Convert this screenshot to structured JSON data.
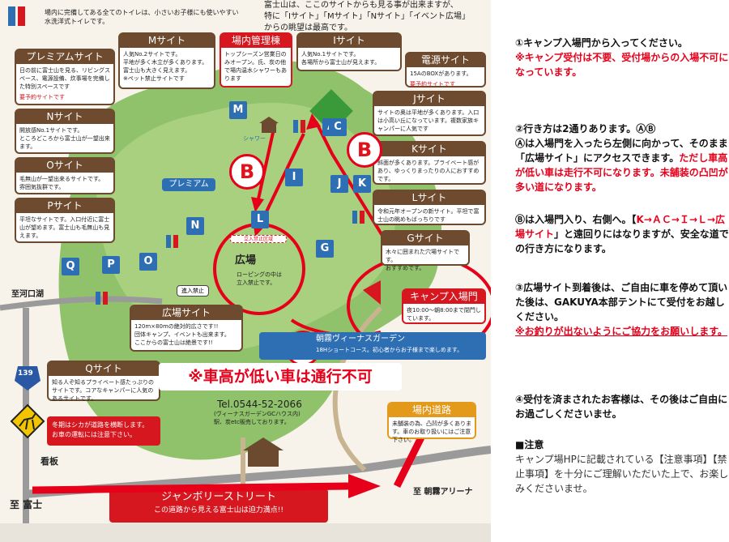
{
  "map": {
    "header": {
      "toilet_note_1": "場内に完備してある全てのトイレは、小さいお子様にも使いやすい",
      "toilet_note_2": "水洗洋式トイレです。",
      "intro_1": "富士山は、ここのサイトからも見る事が出来ますが、",
      "intro_2": "特に「Iサイト」「Mサイト」「Nサイト」「イベント広場」",
      "intro_3": "からの眺望は最高です。"
    },
    "boxes": {
      "premium": {
        "title": "プレミアムサイト",
        "body": "日の前に富士山を見る、リビングスペース、電源設備、炊事場を完備した特別スペースです",
        "red": "要予約サイトです"
      },
      "m": {
        "title": "Mサイト",
        "body": "人気No.2サイトです。\n平地が多く木立が多くあります。\n富士山も大きく見えます。\n※ペット禁止サイトです"
      },
      "kanri": {
        "title": "場内管理棟",
        "body": "トップシーズン営業日のみオープン。氏、炭の他で場内温水シャワーもあります"
      },
      "i": {
        "title": "Iサイト",
        "body": "人気No.1サイトです。\n各場所から富士山が見えます。"
      },
      "dengen": {
        "title": "電源サイト",
        "body": "15AのBOXがあります。",
        "red": "要予約サイトです"
      },
      "n": {
        "title": "Nサイト",
        "body": "開放感No.1サイトです。\nところどころから富士山が一望出来ます。"
      },
      "j": {
        "title": "Jサイト",
        "body": "サイトの奥は平地が多くあります。入口は小高い丘になっています。複数家族キャンパーに人気です"
      },
      "o": {
        "title": "Oサイト",
        "body": "毛無山が一望出来るサイトです。\n雰囲気抜群です。"
      },
      "k": {
        "title": "Kサイト",
        "body": "斜面が多くあります。プライベート感があり、ゆっくりまったりの人におすすめです。"
      },
      "p": {
        "title": "Pサイト",
        "body": "平坦なサイトです。入口付近に富士山が望めます。富士山も毛無山も見えます。"
      },
      "l": {
        "title": "Lサイト",
        "body": "令和元年オープンの新サイト。平坦で富士山の眺めもばっちりです"
      },
      "g": {
        "title": "Gサイト",
        "body": "木々に囲まれた穴場サイトです。\nおすすめです。"
      },
      "hiroba_site": {
        "title": "広場サイト",
        "body": "120m×80mの絶対的広さです!!\n団体キャンプ、イベントも出来ます。\nここからの富士山は絶景です!!"
      },
      "q": {
        "title": "Qサイト",
        "body": "知る人ぞ知るプライベート感たっぷりのサイトです。コアなキャンパーに人気のあるサイトです。"
      },
      "entrance": {
        "title": "キャンプ入場門",
        "body": "夜10:00〜朝8:00まで閉門しています。"
      },
      "road": {
        "title": "場内道路",
        "body": "未舗装の為、凸凹が多くあります。車のお取り扱いにはご注意下さい。"
      }
    },
    "hiroba": {
      "title": "広場",
      "body": "ローピングの中は\n立入禁止です。",
      "restrict": "立入禁止区域"
    },
    "labels": {
      "kawaguchiko": "至河口湖",
      "fuji": "至 富士",
      "asagiri": "至 朝霧アリーナ",
      "kanban": "看板",
      "route": "139",
      "premium_tag": "プレミアム",
      "shower": "シャワー",
      "no_entry": "進入禁止",
      "golf_line": "18Hショートコース。初心者からお子様まで楽しめます。",
      "golf_name": "朝霧ヴィーナスガーデン",
      "tel": "Tel.0544-52-2066",
      "tel_sub": "(ヴィーナスガーデンGCハウス内)\n駅、炭etc販売しております。",
      "deer_1": "冬期はシカが道路を横断します。",
      "deer_2": "お車の運転には注意下さい。",
      "street_1": "ジャンボリーストリート",
      "street_2": "この道路から見える富士山は迫力満点!!",
      "warning": "※車高が低い車は通行不可",
      "b_left": "B",
      "b_right": "B",
      "a_mark": "A",
      "sites": [
        "M",
        "I",
        "A",
        "C",
        "J",
        "K",
        "N",
        "G",
        "L",
        "P",
        "O",
        "Q"
      ]
    }
  },
  "panel": {
    "p1_main": "①キャンプ入場門から入ってください。",
    "p1_red": "※キャンプ受付は不要、受付場からの入場不可になっています。",
    "p2_head": "②行き方は2通りあります。ⒶⒷ",
    "p2_a": "Ⓐは入場門を入ったら左側に向かって、そのまま「広場サイト」にアクセスできます。",
    "p2_red": "ただし車高が低い車は走行不可になります。未舗装の凸凹が多い道になります。",
    "p2_b_1": "Ⓑは入場門入り、右側へ。【",
    "p2_b_red": "K→ＡＣ→Ｉ→Ｌ→広場サイト",
    "p2_b_2": "」と遠回りにはなりますが、安全な道での行き方になります。",
    "p3": "③広場サイト到着後は、ご自由に車を停めて頂いた後は、GAKUYA本部テントにて受付をお越しください。",
    "p3_red": "※お釣りが出ないようにご協力をお願いします。",
    "p4": "④受付を済まされたお客様は、その後はご自由にお過ごしくださいませ。",
    "note_head": "■注意",
    "note_body": "キャンプ場HPに記載されている【注意事項】【禁止事項】を十分にご理解いただいた上で、お楽しみくださいませ。"
  },
  "colors": {
    "accent_red": "#e6001a",
    "site_blue": "#2e6fb3",
    "box_brown": "#6e4a2e",
    "forest": "#8fc26a"
  }
}
